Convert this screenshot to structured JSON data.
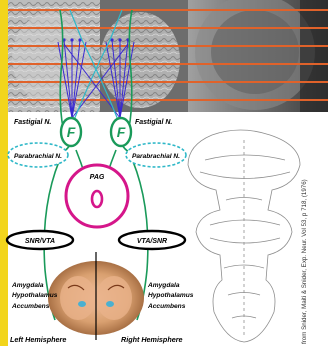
{
  "labels": {
    "fastigial_left": "Fastigial N.",
    "fastigial_right": "Fastigial N.",
    "f_left": "F",
    "f_right": "F",
    "parabrachial_left": "Parabrachial N.",
    "parabrachial_right": "Parabrachial N.",
    "pag": "PAG",
    "snr_vta": "SNR/VTA",
    "vta_snr": "VTA/SNR",
    "left_targets": [
      "Amygdala",
      "Hypothalamus",
      "Accumbens"
    ],
    "right_targets": [
      "Amygdala",
      "Hypothalamus",
      "Accumbens"
    ],
    "left_hemisphere": "Left Hemisphere",
    "right_hemisphere": "Right Hemisphere"
  },
  "citation": "from Snider, Maiti & Snider, Exp. Neur. Vol 53, p 718, (1976)",
  "colors": {
    "yellow_border": "#f2d51c",
    "orange_lines": "#e0622a",
    "green": "#1a9a5a",
    "magenta": "#d5168a",
    "purple": "#3a2ad0",
    "teal": "#2fb8c8",
    "black": "#000000"
  }
}
